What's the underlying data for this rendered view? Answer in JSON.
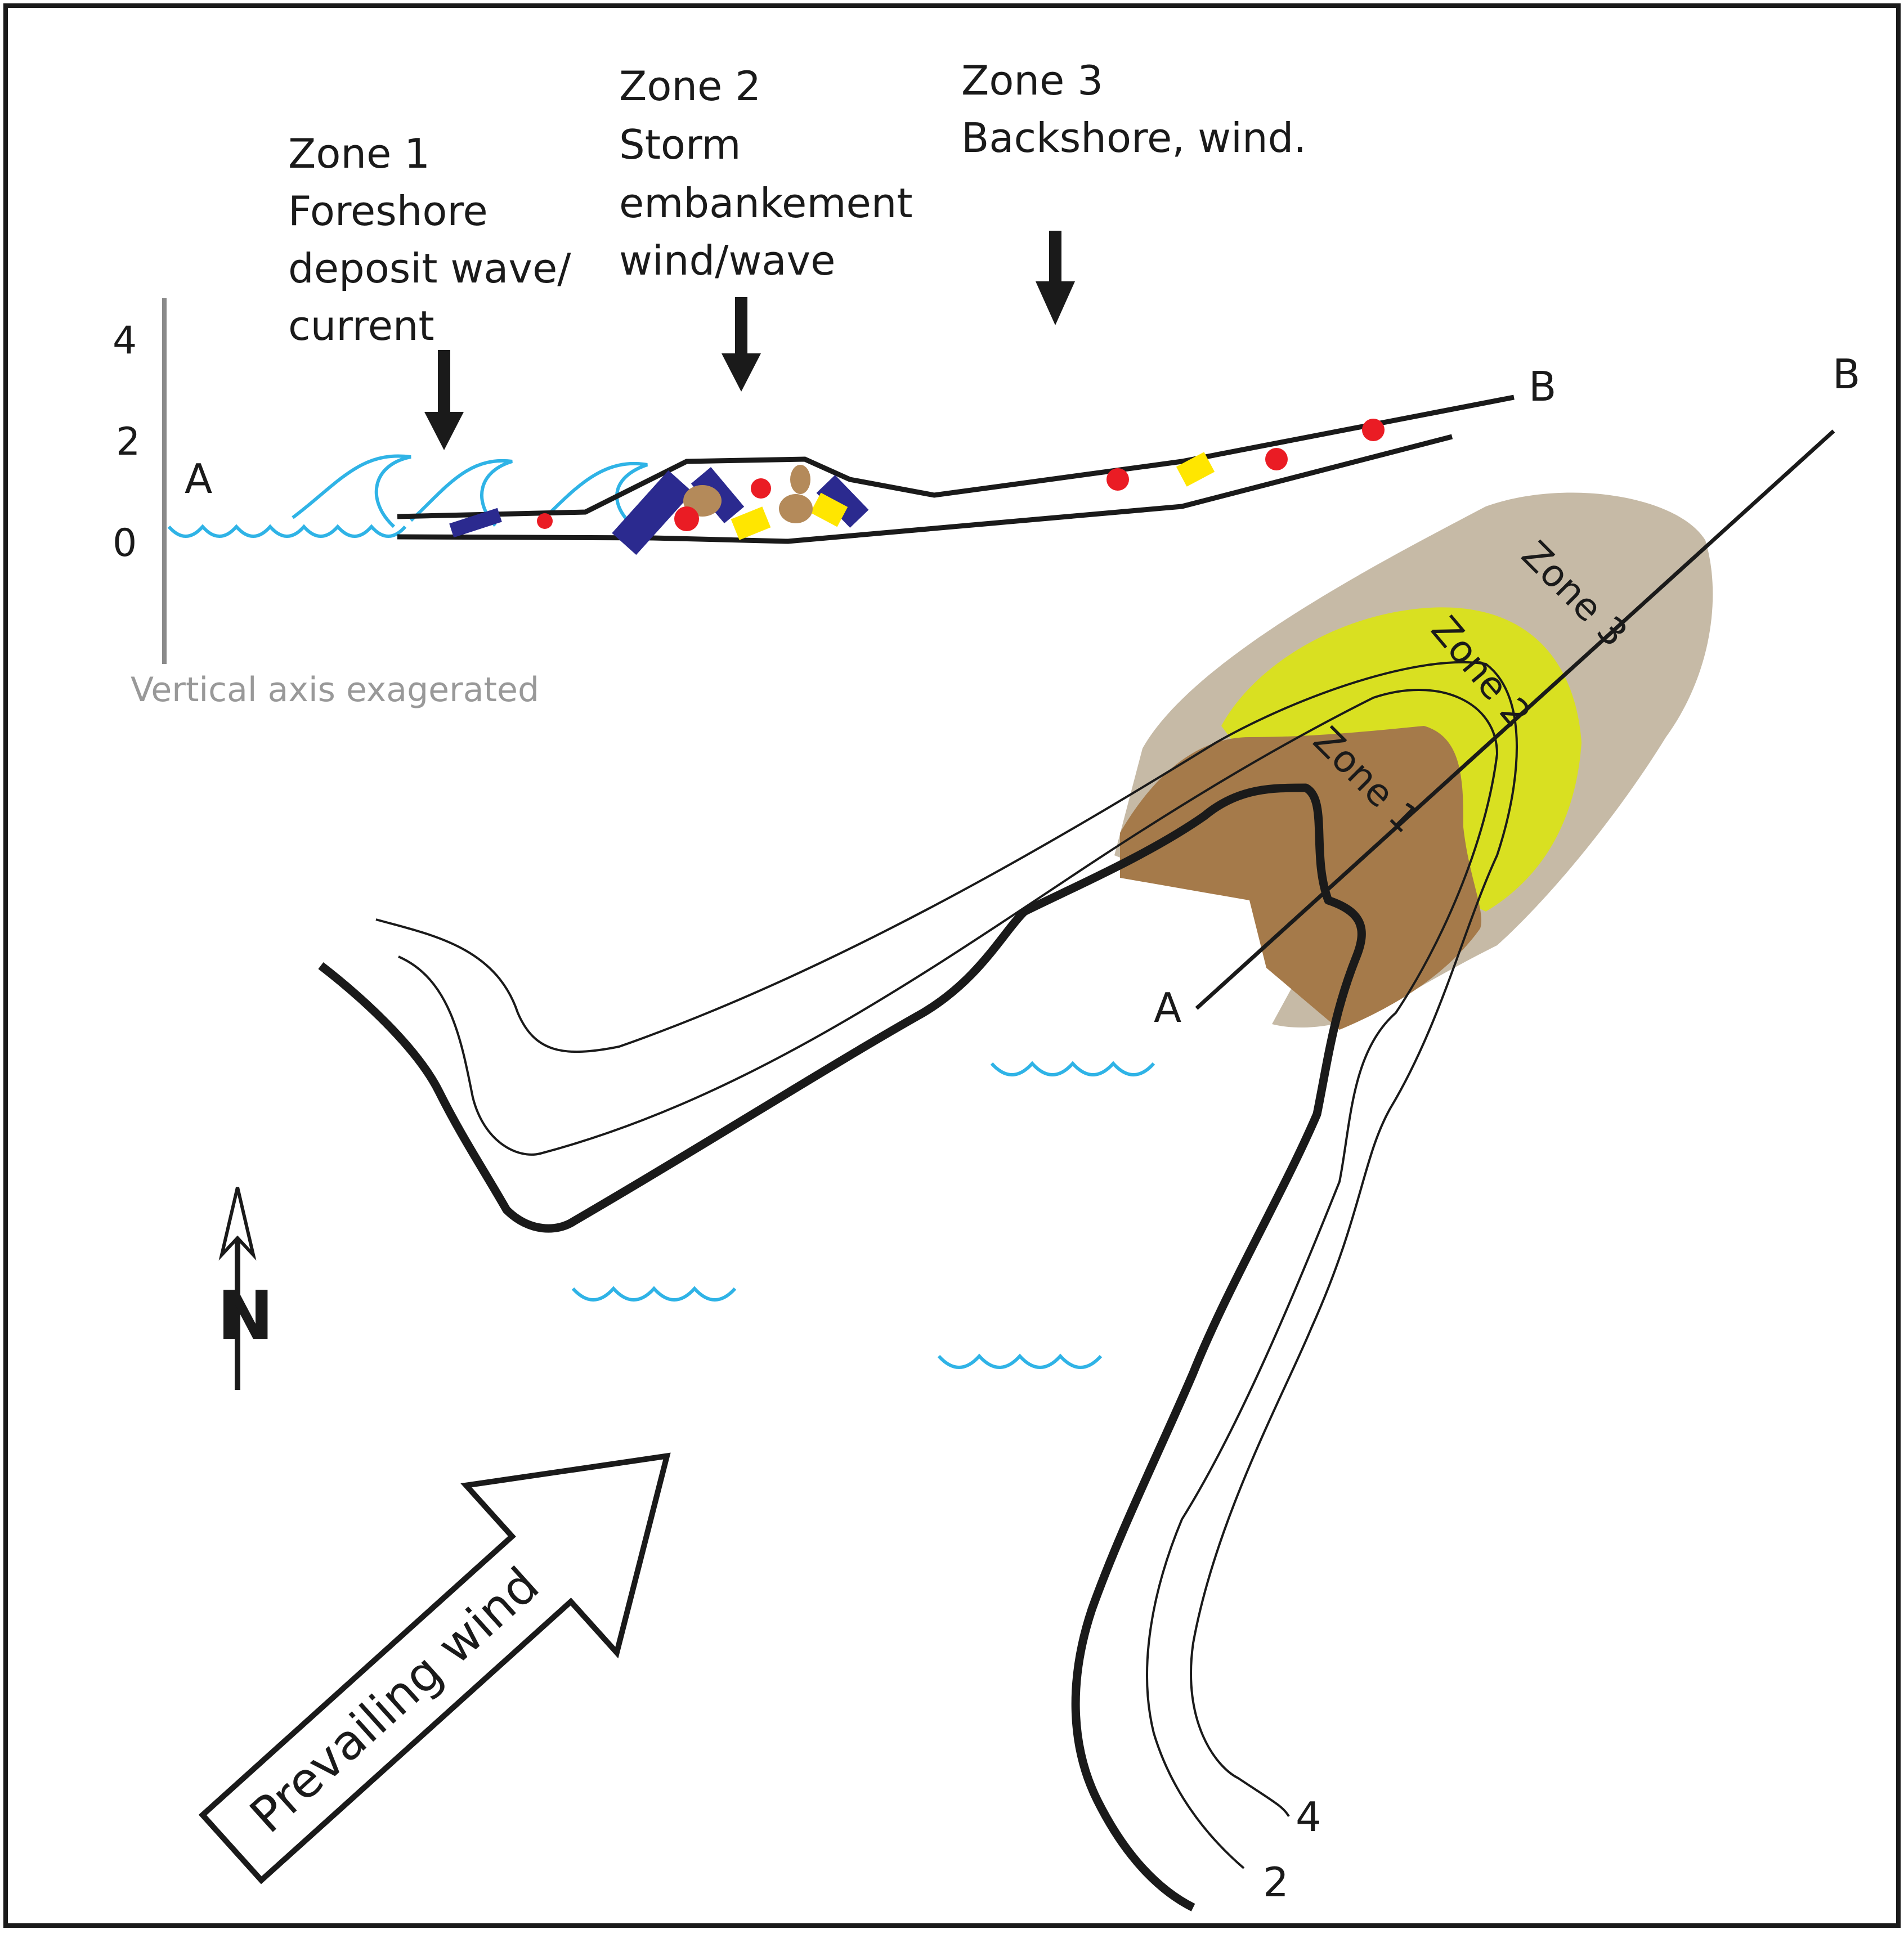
{
  "headers": [
    {
      "lines": [
        "Zone 1",
        "Foreshore",
        "deposit wave/",
        "current"
      ]
    },
    {
      "lines": [
        "Zone 2",
        "Storm",
        "embankement",
        "wind/wave"
      ]
    },
    {
      "lines": [
        "Zone 3",
        "Backshore, wind."
      ]
    }
  ],
  "profile": {
    "point_a": "A",
    "point_b": "B",
    "axis_ticks": [
      "4",
      "2",
      "0"
    ],
    "axis_note": "Vertical axis exagerated"
  },
  "map": {
    "zone_labels": [
      "Zone 3",
      "Zone 2",
      "Zone 1"
    ],
    "point_a": "A",
    "point_b": "B",
    "contour_labels": [
      "4",
      "2"
    ],
    "north": "N",
    "wind_label": "Prevailing wind"
  },
  "colors": {
    "water": "#2fb3e6",
    "zone1": "#a57a4a",
    "zone2": "#d9e021",
    "zone3": "#c6baa6",
    "axis_gray": "#8a8a8a",
    "block_blue": "#2b2a8f",
    "pebble_red": "#ea1c24",
    "block_yellow": "#ffe600",
    "cobble_brown": "#b48a5a"
  }
}
